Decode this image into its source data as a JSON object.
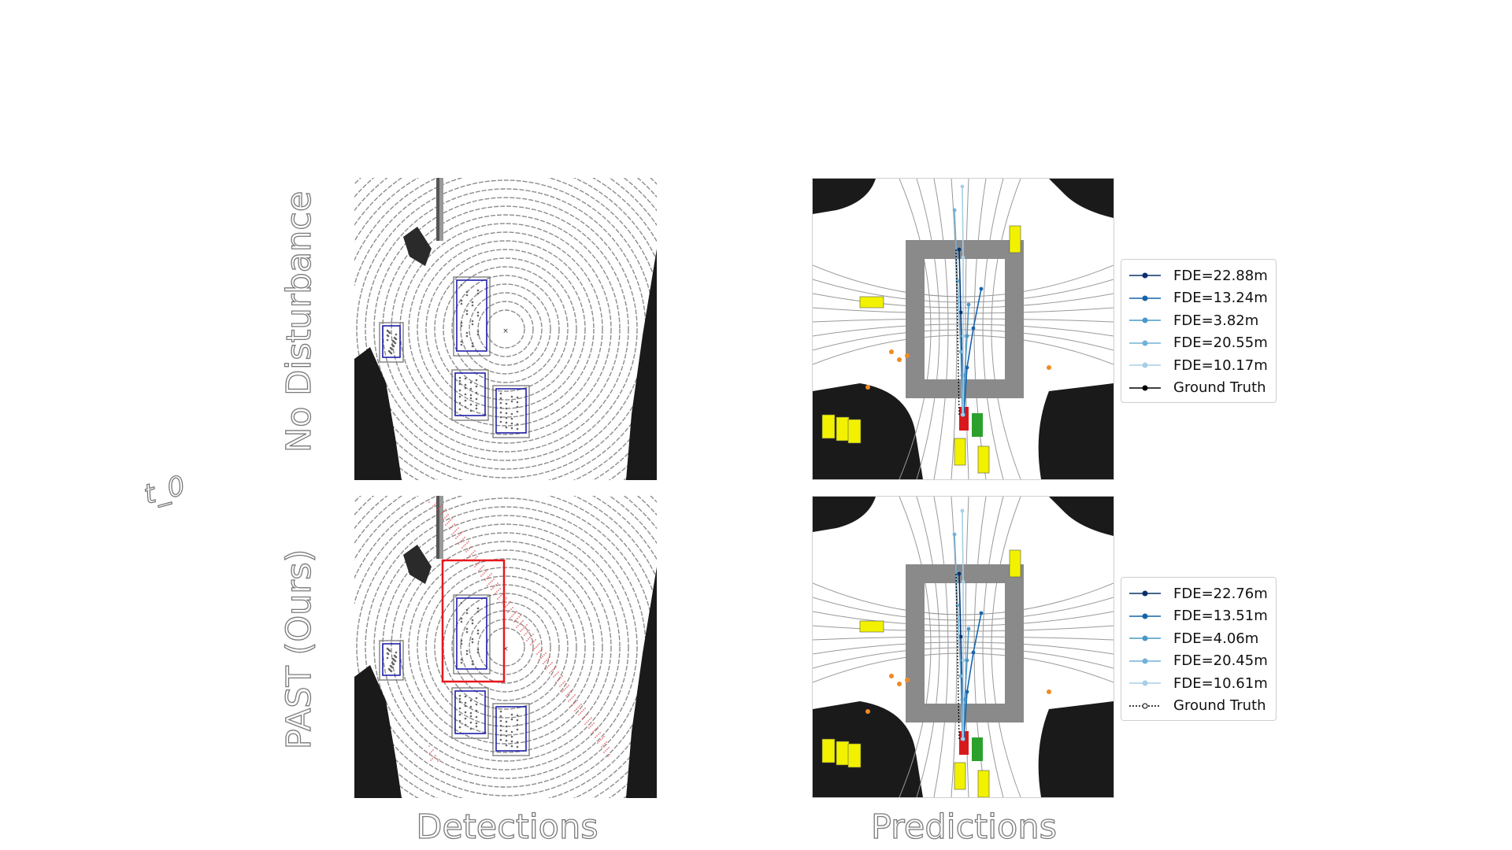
{
  "time_label": "t_0",
  "rows": [
    {
      "label": "No Disturbance"
    },
    {
      "label": "PAST (Ours)"
    }
  ],
  "columns": [
    {
      "label": "Detections"
    },
    {
      "label": "Predictions"
    }
  ],
  "legends": [
    {
      "entries": [
        {
          "label": "FDE=22.88m",
          "color": "#08306b",
          "style": "solid"
        },
        {
          "label": "FDE=13.24m",
          "color": "#1764ab",
          "style": "solid"
        },
        {
          "label": "FDE=3.82m",
          "color": "#4a98c9",
          "style": "solid"
        },
        {
          "label": "FDE=20.55m",
          "color": "#72b2d8",
          "style": "solid"
        },
        {
          "label": "FDE=10.17m",
          "color": "#a6cfe6",
          "style": "solid"
        },
        {
          "label": "Ground Truth",
          "color": "#000000",
          "style": "solid"
        }
      ]
    },
    {
      "entries": [
        {
          "label": "FDE=22.76m",
          "color": "#08306b",
          "style": "solid"
        },
        {
          "label": "FDE=13.51m",
          "color": "#1764ab",
          "style": "solid"
        },
        {
          "label": "FDE=4.06m",
          "color": "#4a98c9",
          "style": "solid"
        },
        {
          "label": "FDE=20.45m",
          "color": "#72b2d8",
          "style": "solid"
        },
        {
          "label": "FDE=10.61m",
          "color": "#a6cfe6",
          "style": "solid"
        },
        {
          "label": "Ground Truth",
          "color": "#000000",
          "style": "dashed"
        }
      ]
    }
  ],
  "colors": {
    "detection_box": "#1f1fa8",
    "attack_box": "#e8161b",
    "ego_vehicle": "#d7191c",
    "crosswalk": "#8a8a8a",
    "road_boundary": "#1a1a1a",
    "vehicle_yellow": "#f2f200",
    "vehicle_green": "#2ca02c",
    "pedestrian_orange": "#f08a24"
  }
}
